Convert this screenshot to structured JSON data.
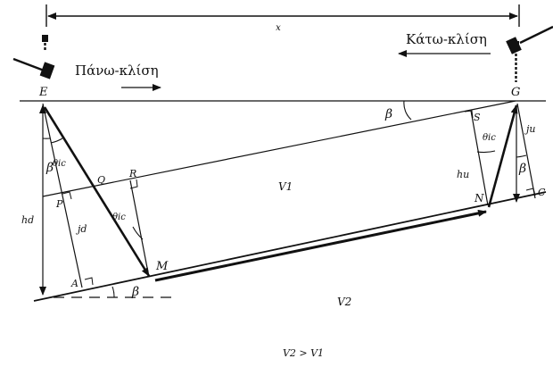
{
  "distance_label": "x",
  "updip_label": "Πάνω-κλίση",
  "downdip_label": "Κάτω-κλίση",
  "points": {
    "E": "E",
    "G": "G",
    "P": "P",
    "Q": "Q",
    "R": "R",
    "A": "A",
    "M": "M",
    "S": "S",
    "N": "N",
    "C": "C"
  },
  "angles": {
    "beta": "β",
    "theta_ic_left": "θic",
    "theta_ic_mid": "θic",
    "theta_ic_right": "θic"
  },
  "depths": {
    "hd": "hd",
    "jd": "jd",
    "hu": "hu",
    "ju": "ju"
  },
  "velocities": {
    "v1": "V1",
    "v2": "V2",
    "relation": "V2 > V1"
  }
}
